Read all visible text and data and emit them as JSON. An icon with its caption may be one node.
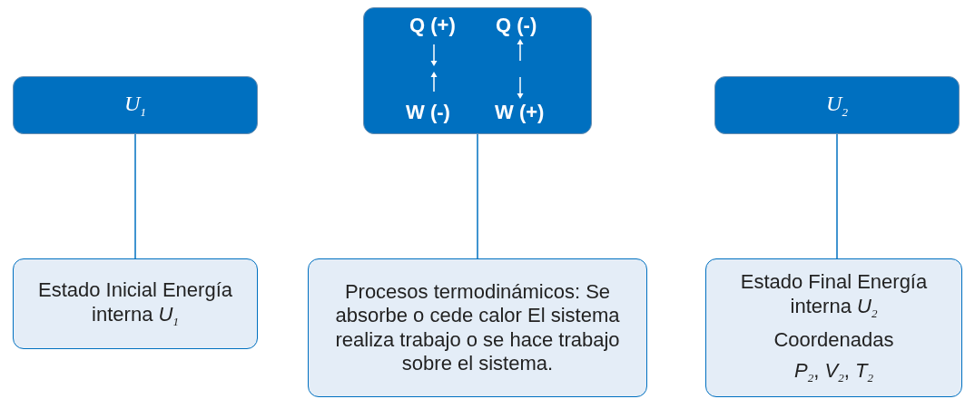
{
  "diagram": {
    "nodes": [
      {
        "text": [
          "U$_{1}$"
        ]
      },
      {
        "text": [
          "Q (+)",
          "Q (-)",
          "W (-)",
          "W (+)"
        ]
      },
      {
        "text": [
          "U$_{2}$"
        ]
      },
      {
        "text": [
          "Estado Inicial Energía interna *U*$_{1}$"
        ]
      },
      {
        "text": [
          "Procesos termodinámicos: Se absorbe o cede calor El sistema realiza trabajo o se hace trabajo sobre el sistema."
        ]
      },
      {
        "text": [
          "Estado Final Energía interna *U*$_{2}$",
          "Coordenadas",
          "*P*$_{2}$, *V*$_{2}$, *T*$_{2}$"
        ]
      }
    ],
    "edges": [
      {
        "from": 0,
        "to": 3,
        "arrow": "none"
      },
      {
        "from": 1,
        "to": 4,
        "arrow": "none"
      },
      {
        "from": 2,
        "to": 5,
        "arrow": "none"
      }
    ]
  }
}
